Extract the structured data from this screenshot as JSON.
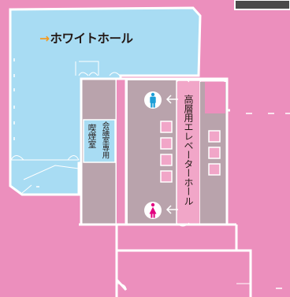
{
  "hall": {
    "arrow": "→",
    "name": "ホワイトホール"
  },
  "smoking_room": {
    "line1": "会議室専用",
    "line2": "喫煙室"
  },
  "elevator_hall": {
    "name": "高層用エレベーターホール"
  },
  "restrooms": {
    "men_icon": "restroom-men-icon",
    "women_icon": "restroom-women-icon"
  },
  "colors": {
    "background": "#ec8fbd",
    "hall_fill": "#a8dcf3",
    "corridor_fill": "#b9a3ac",
    "elevator_fill": "#f1a6c8",
    "wall": "#ffffff",
    "arrow_accent": "#f39a1f",
    "men_blue": "#1e9fd8",
    "women_magenta": "#e2007f"
  }
}
